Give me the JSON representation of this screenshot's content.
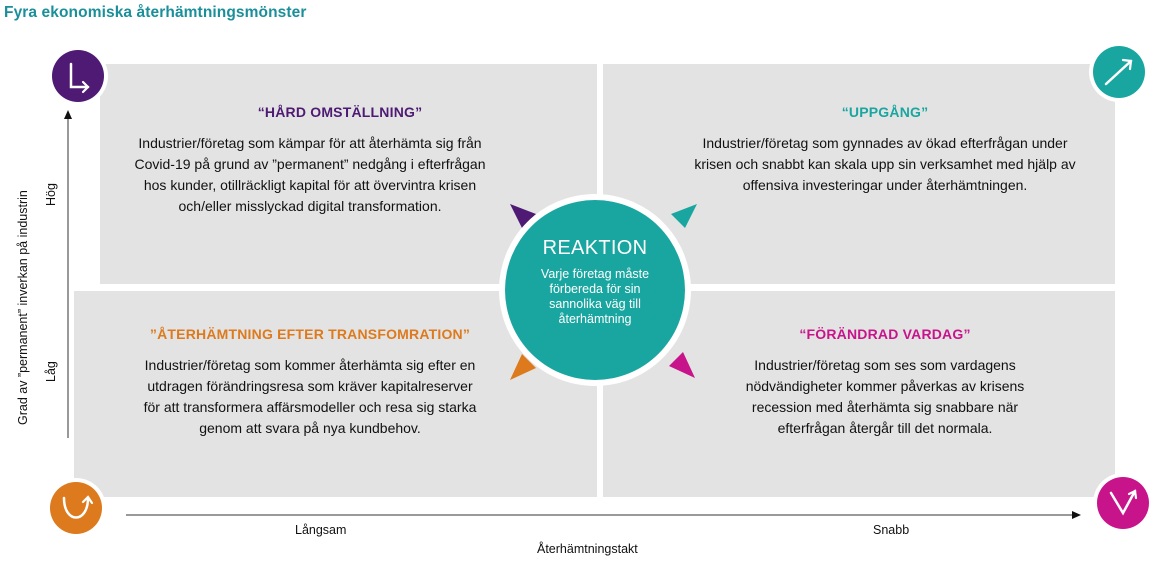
{
  "title": "Fyra ekonomiska återhämtningsmönster",
  "colors": {
    "purple": "#4e1a73",
    "teal": "#1aa6a0",
    "orange": "#dd7a1d",
    "magenta": "#c8148b",
    "quadrant_bg": "#e3e3e3"
  },
  "quadrants": {
    "top_left": {
      "heading": "“HÅRD OMSTÄLLNING”",
      "lines": [
        "Industrier/företag som kämpar för att återhämta sig från",
        "Covid-19 på grund av ”permanent” nedgång i efterfrågan",
        "hos kunder, otillräckligt kapital för att övervintra krisen",
        "och/eller misslyckad digital transformation."
      ],
      "icon": "L-shape-icon"
    },
    "top_right": {
      "heading": "“UPPGÅNG”",
      "lines": [
        "Industrier/företag som gynnades av ökad efterfrågan under",
        "krisen och snabbt kan skala upp sin verksamhet med hjälp av",
        "offensiva investeringar under återhämtningen."
      ],
      "icon": "rising-arrow-icon"
    },
    "bottom_left": {
      "heading": "”ÅTERHÄMTNING EFTER TRANSFOMRATION”",
      "lines": [
        "Industrier/företag som kommer återhämta sig efter en",
        "utdragen förändringsresa som kräver kapitalreserver",
        "för att transformera affärsmodeller och resa sig starka",
        "genom att svara på nya kundbehov."
      ],
      "icon": "U-shape-icon"
    },
    "bottom_right": {
      "heading": "“FÖRÄNDRAD VARDAG”",
      "lines": [
        "Industrier/företag som ses som vardagens",
        "nödvändigheter kommer påverkas av krisens",
        "recession med återhämta sig snabbare när",
        "efterfrågan återgår till det normala."
      ],
      "icon": "V-shape-icon"
    }
  },
  "center": {
    "title": "REAKTION",
    "lines": [
      "Varje företag måste",
      "förbereda för sin",
      "sannolika väg till",
      "återhämtning"
    ]
  },
  "axes": {
    "y_title": "Grad av ”permanent” inverkan på industrin",
    "y_high": "Hög",
    "y_low": "Låg",
    "x_title": "Återhämtningstakt",
    "x_slow": "Långsam",
    "x_fast": "Snabb"
  }
}
